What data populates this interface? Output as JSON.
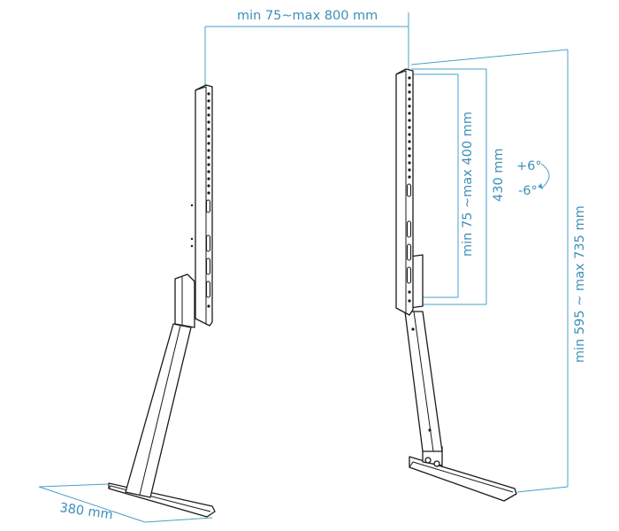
{
  "dimensions": {
    "width_range": "min 75~max 800 mm",
    "vesa_height_range": "min 75 ~max 400 mm",
    "upright_height": "430 mm",
    "overall_height_range": "min 595 ~ max 735 mm",
    "base_depth": "380 mm"
  },
  "tilt": {
    "up": "+6°",
    "down": "-6°"
  },
  "colors": {
    "dimension": "#4a9fc8",
    "drawing": "#1a1a1a"
  }
}
